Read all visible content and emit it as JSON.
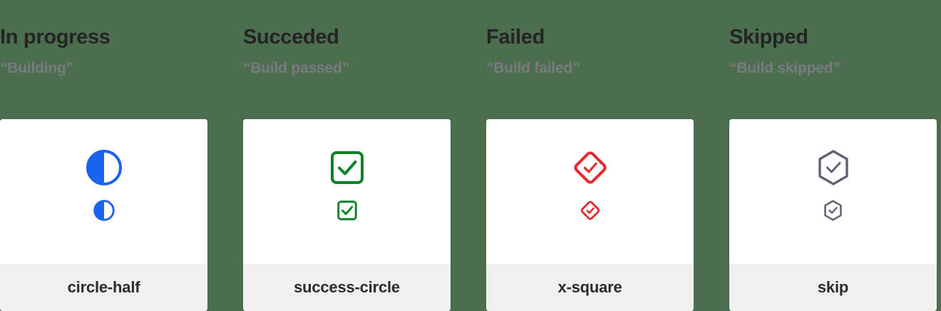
{
  "page": {
    "background_color": "#4b6e4e",
    "card_background": "#ffffff",
    "card_footer_background": "#f0f0f0",
    "title_color": "#242424",
    "subtitle_color": "#7a7a80",
    "footer_label_color": "#2c2c2c"
  },
  "columns": [
    {
      "title": "In progress",
      "subtitle": "“Building”",
      "icon_name": "circle-half",
      "icon_color": "#1a63f0",
      "icon_shape": "half-filled-circle",
      "footer_label": "circle-half"
    },
    {
      "title": "Succeded",
      "subtitle": "“Build passed”",
      "icon_name": "success-circle",
      "icon_color": "#0a8227",
      "icon_shape": "rounded-square-check",
      "footer_label": "success-circle"
    },
    {
      "title": "Failed",
      "subtitle": "“Build failed”",
      "icon_name": "x-square",
      "icon_color": "#e52a2f",
      "icon_shape": "diamond-check",
      "footer_label": "x-square"
    },
    {
      "title": "Skipped",
      "subtitle": "“Build skipped”",
      "icon_name": "skip",
      "icon_color": "#5f6474",
      "icon_shape": "hexagon-check",
      "footer_label": "skip"
    }
  ]
}
